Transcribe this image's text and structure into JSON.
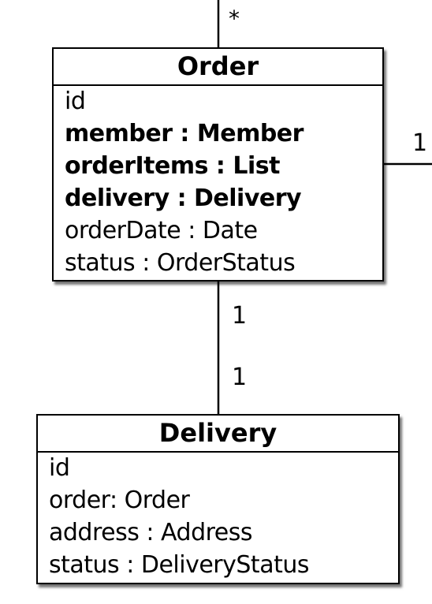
{
  "order_class": {
    "title": "Order",
    "attributes": [
      {
        "text": "id",
        "bold": false
      },
      {
        "text": "member : Member",
        "bold": true
      },
      {
        "text": "orderItems : List",
        "bold": true
      },
      {
        "text": "delivery : Delivery",
        "bold": true
      },
      {
        "text": "orderDate : Date",
        "bold": false
      },
      {
        "text": "status : OrderStatus",
        "bold": false
      }
    ]
  },
  "delivery_class": {
    "title": "Delivery",
    "attributes": [
      {
        "text": "id",
        "bold": false
      },
      {
        "text": "order: Order",
        "bold": false
      },
      {
        "text": "address : Address",
        "bold": false
      },
      {
        "text": "status : DeliveryStatus",
        "bold": false
      }
    ]
  },
  "multiplicities": {
    "top_many": "*",
    "right_one": "1",
    "order_to_delivery_top": "1",
    "order_to_delivery_bottom": "1"
  }
}
